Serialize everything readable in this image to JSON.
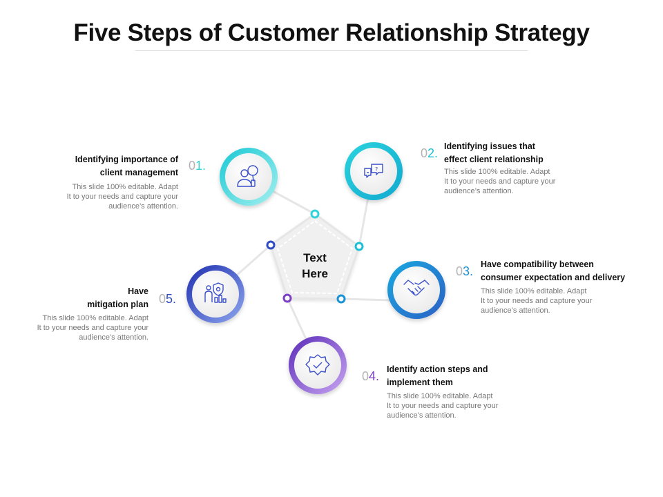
{
  "title": "Five Steps of Customer Relationship Strategy",
  "center_text_line1": "Text",
  "center_text_line2": "Here",
  "steps": [
    {
      "num_prefix": "0",
      "num_suffix": "1.",
      "title_line1": "Identifying importance of",
      "title_line2": "client management",
      "desc_line1": "This slide 100% editable. Adapt",
      "desc_line2": "It to your needs and capture your",
      "desc_line3": "audience’s attention.",
      "icon": "team-search-icon",
      "color": "#2fd3d8"
    },
    {
      "num_prefix": "0",
      "num_suffix": "2.",
      "title_line1": "Identifying issues that",
      "title_line2": "effect  client relationship",
      "desc_line1": "This slide 100% editable. Adapt",
      "desc_line2": "It to your needs and capture your",
      "desc_line3": "audience’s attention.",
      "icon": "chat-question-icon",
      "color": "#1ec0d6"
    },
    {
      "num_prefix": "0",
      "num_suffix": "3.",
      "title_line1": "Have compatibility between",
      "title_line2": "consumer expectation  and delivery",
      "desc_line1": "This slide 100% editable. Adapt",
      "desc_line2": "It to your needs and capture your",
      "desc_line3": "audience’s attention.",
      "icon": "handshake-icon",
      "color": "#1a93d6"
    },
    {
      "num_prefix": "0",
      "num_suffix": "4.",
      "title_line1": "Identify action steps and",
      "title_line2": "implement them",
      "desc_line1": "This slide 100% editable. Adapt",
      "desc_line2": "It to your needs and capture your",
      "desc_line3": "audience’s attention.",
      "icon": "badge-check-icon",
      "color": "#7b3fc4"
    },
    {
      "num_prefix": "0",
      "num_suffix": "5.",
      "title_line1": "Have",
      "title_line2": "mitigation plan",
      "desc_line1": "This slide 100% editable. Adapt",
      "desc_line2": "It to your needs and capture your",
      "desc_line3": "audience’s attention.",
      "icon": "shield-person-icon",
      "color": "#2f4bc3"
    }
  ],
  "colors": {
    "step1": "#2fd3d8",
    "step2": "#1ec0d6",
    "step3": "#1a93d6",
    "step4": "#7b3fc4",
    "step5": "#2f4bc3",
    "number_gray": "#b3b3b3",
    "desc_gray": "#777777"
  }
}
